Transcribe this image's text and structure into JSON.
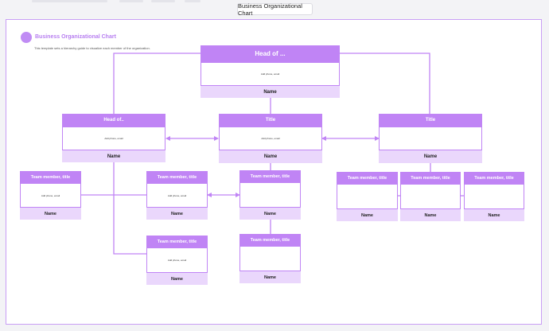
{
  "document": {
    "title": "Business Organizational Chart"
  },
  "header": {
    "title": "Business Organizational Chart",
    "description": "This template sets a hierarchy guide to visualize each member of the organization."
  },
  "colors": {
    "accent": "#c084f5",
    "accent_light": "#ead7fc",
    "border": "#c99ef5",
    "title_text": "#b77ef0"
  },
  "cards": {
    "head": {
      "title": "Head of ...",
      "info": "Add phone, email",
      "name": "Name"
    },
    "head2": {
      "title": "Head of..",
      "info": "Add phone, email",
      "name": "Name"
    },
    "title1": {
      "title": "Title",
      "info": "Add phone, email",
      "name": "Name"
    },
    "title2": {
      "title": "Title",
      "info": "",
      "name": "Name"
    },
    "tm1": {
      "title": "Team member, title",
      "info": "Add phone, email",
      "name": "Name"
    },
    "tm2": {
      "title": "Team member, title",
      "info": "Add phone, email",
      "name": "Name"
    },
    "tm3": {
      "title": "Team member, title",
      "info": "",
      "name": "Name"
    },
    "tm4": {
      "title": "Team member, title",
      "info": "",
      "name": "Name"
    },
    "tm5": {
      "title": "Team member, title",
      "info": "",
      "name": "Name"
    },
    "tm6": {
      "title": "Team member, title",
      "info": "",
      "name": "Name"
    },
    "tm7": {
      "title": "Team member, title",
      "info": "Add phone, email",
      "name": "Name"
    },
    "tm8": {
      "title": "Team member, title",
      "info": "",
      "name": "Name"
    }
  }
}
